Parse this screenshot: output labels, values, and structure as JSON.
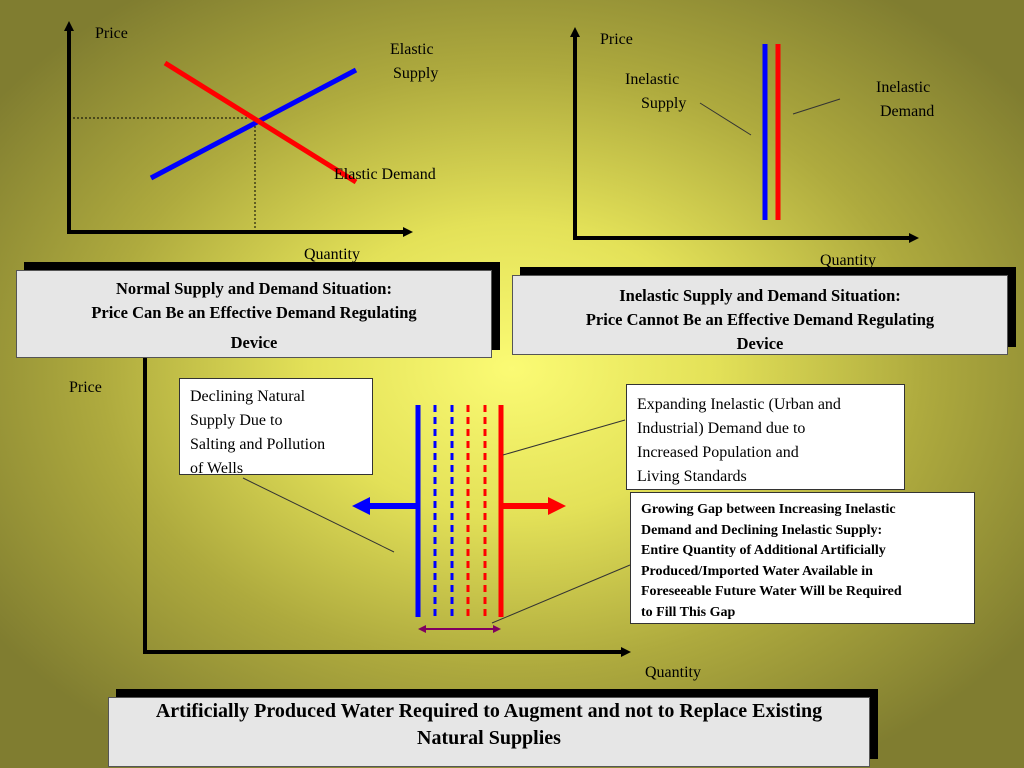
{
  "panel_top_left": {
    "price_label": "Price",
    "quantity_label": "Quantity",
    "supply_label_line1": "Elastic",
    "supply_label_line2": "Supply",
    "demand_label": "Elastic Demand",
    "caption_line1": "Normal Supply and Demand Situation:",
    "caption_line2": "Price Can Be an Effective Demand Regulating",
    "caption_line3": "Device"
  },
  "panel_top_right": {
    "price_label": "Price",
    "quantity_label": "Quantity",
    "supply_label_line1": "Inelastic",
    "supply_label_line2": "Supply",
    "demand_label_line1": "Inelastic",
    "demand_label_line2": "Demand",
    "caption_line1": "Inelastic Supply and Demand Situation:",
    "caption_line2": "Price Cannot Be an Effective Demand Regulating",
    "caption_line3": "Device"
  },
  "panel_bottom": {
    "price_label": "Price",
    "quantity_label": "Quantity",
    "declining_note": [
      "Declining Natural",
      "Supply Due to",
      "Salting and Pollution",
      "of Wells"
    ],
    "expanding_note": [
      "Expanding Inelastic (Urban and",
      "Industrial) Demand due to",
      "Increased Population and",
      "Living Standards"
    ],
    "gap_note": [
      "Growing Gap between Increasing Inelastic",
      "Demand and Declining Inelastic Supply:",
      "Entire Quantity of Additional Artificially",
      "Produced/Imported Water Available in",
      "Foreseeable Future Water Will be Required",
      "to Fill This Gap"
    ]
  },
  "footer": {
    "line1": "Artificially Produced Water Required to Augment and not to Replace Existing",
    "line2": "Natural Supplies"
  },
  "colors": {
    "supply": "#0000ff",
    "demand": "#ff0000",
    "gap_bracket": "#800060",
    "axis": "#000000"
  }
}
